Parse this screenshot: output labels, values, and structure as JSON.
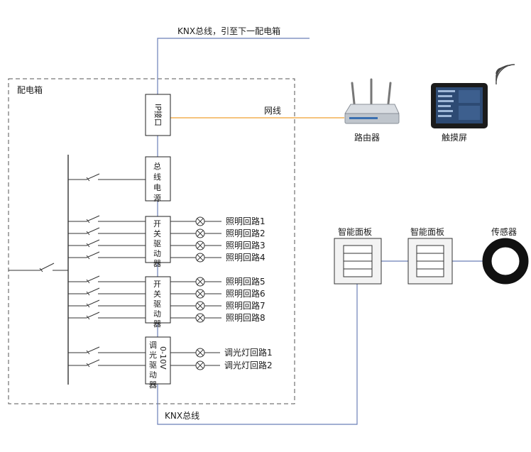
{
  "labels": {
    "knx_top": "KNX总线，引至下一配电箱",
    "cabinet": "配电箱",
    "ip_interface": "IP接口",
    "network_cable": "网线",
    "router": "路由器",
    "touchscreen": "触摸屏",
    "bus_power": "总线电源",
    "switch_actuator_1": "开关驱动器",
    "switch_actuator_2": "开关驱动器",
    "dimmer_left": "调光驱动器",
    "dimmer_right": "0-10V",
    "knx_bottom": "KNX总线",
    "panel_1": "智能面板",
    "panel_2": "智能面板",
    "sensor": "传感器"
  },
  "circuits": [
    "照明回路1",
    "照明回路2",
    "照明回路3",
    "照明回路4",
    "照明回路5",
    "照明回路6",
    "照明回路7",
    "照明回路8"
  ],
  "dimmer_circuits": [
    "调光灯回路1",
    "调光灯回路2"
  ],
  "colors": {
    "knx_bus": "#6b7fb8",
    "network": "#f0a030",
    "wire": "#333333",
    "device_fill": "#f3f3f3"
  }
}
